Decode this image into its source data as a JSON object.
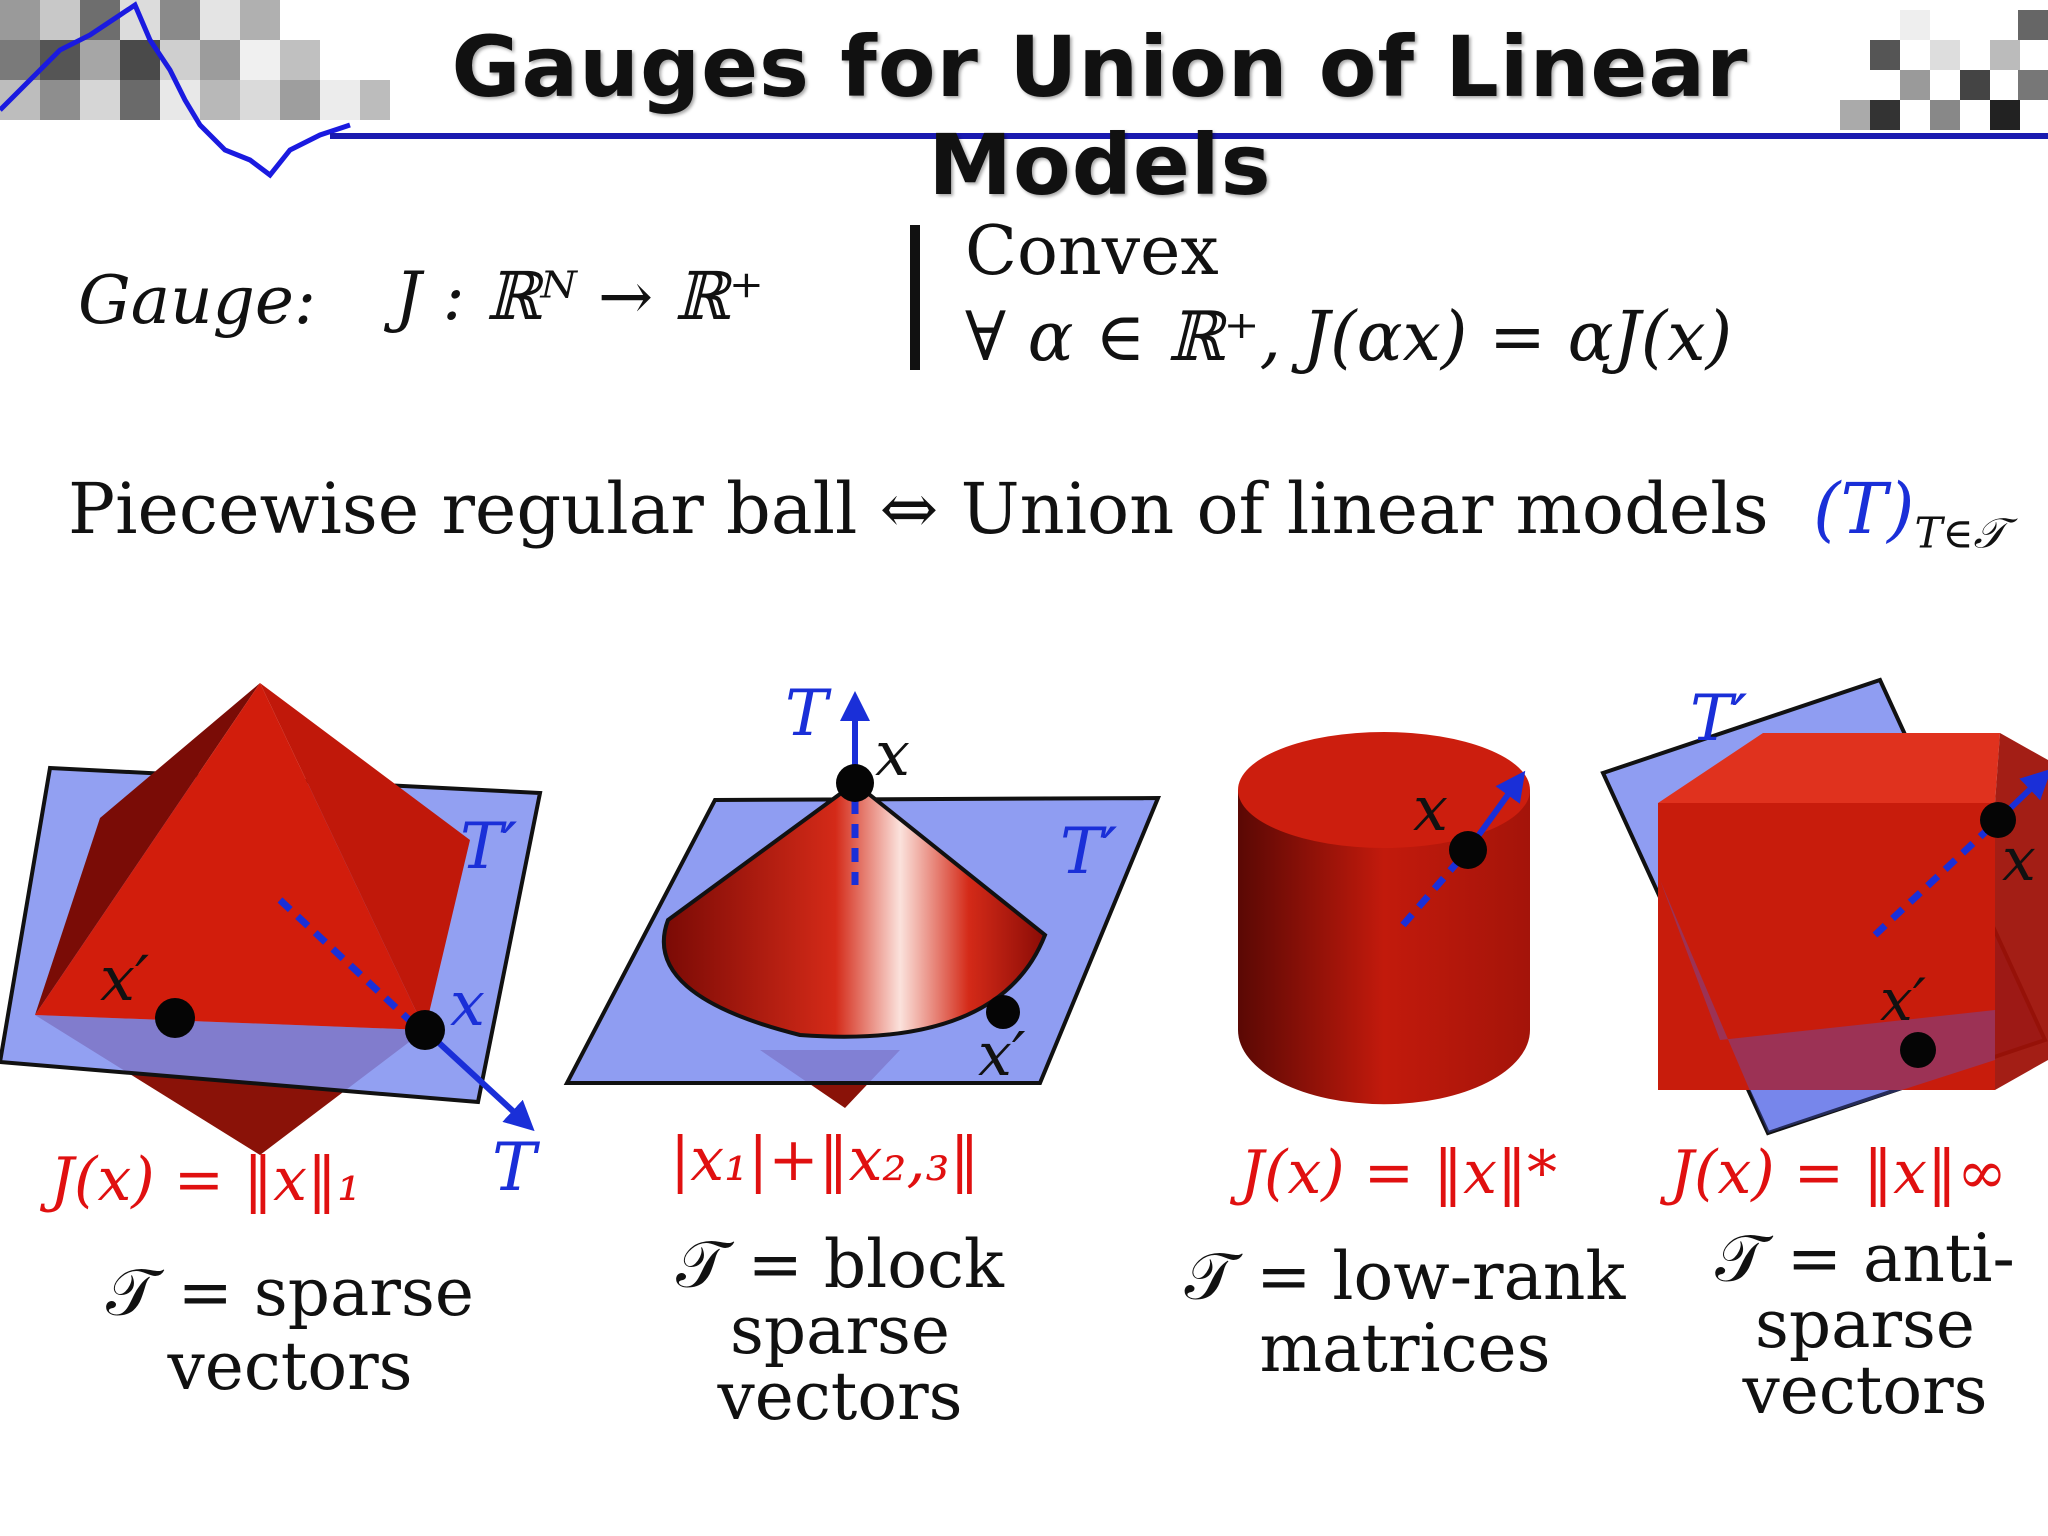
{
  "title": "Gauges for Union of Linear Models",
  "gauge": {
    "label": "Gauge:",
    "map": "J : ℝᴺ → ℝ⁺",
    "convex": "Convex",
    "homogeneity": "∀ α ∈ ℝ⁺, J(αx) = αJ(x)"
  },
  "ball_equivalence": {
    "left": "Piecewise regular ball",
    "arrow": "⇔",
    "right": "Union of linear models",
    "family": "(T)",
    "family_sub": "T∈𝒯"
  },
  "panels": [
    {
      "formula": "J(x) = ‖x‖₁",
      "caption_1": "𝒯 = sparse",
      "caption_2": "vectors",
      "labels": [
        "T′",
        "x′",
        "x",
        "T"
      ]
    },
    {
      "formula": "|x₁|+‖x₂,₃‖",
      "caption_1": "𝒯 = block",
      "caption_2": "sparse",
      "caption_3": "vectors",
      "labels": [
        "T",
        "x",
        "T′",
        "x′"
      ]
    },
    {
      "formula": "J(x) = ‖x‖*",
      "caption_1": "𝒯 = low-rank",
      "caption_2": "matrices",
      "labels": [
        "x"
      ]
    },
    {
      "formula": "J(x) = ‖x‖∞",
      "caption_1": "𝒯 = anti-",
      "caption_2": "sparse",
      "caption_3": "vectors",
      "labels": [
        "T′",
        "x",
        "x′"
      ]
    }
  ],
  "colors": {
    "plane": "#7f8ff0",
    "solid": "#cc1a0c",
    "accent_blue": "#1a2fd8",
    "formula_red": "#e01010",
    "header_rule": "#1a1ab0"
  }
}
